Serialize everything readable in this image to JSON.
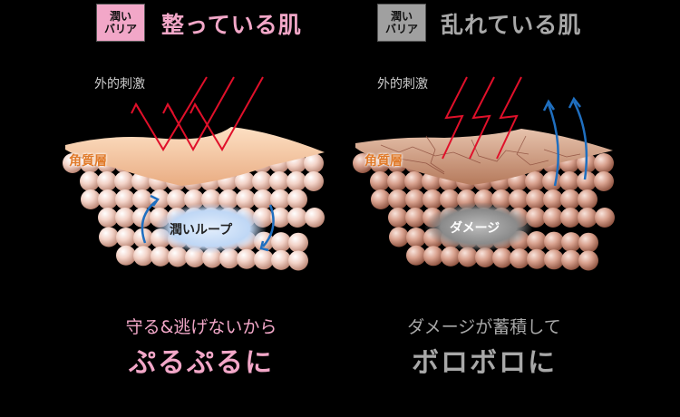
{
  "colors": {
    "pink": "#f2a7c8",
    "gray": "#9a9a9a",
    "arrow_red": "#e0102a",
    "arrow_blue": "#1f6fc0",
    "layer_label": "#e07a2a"
  },
  "left": {
    "badge": [
      "潤い",
      "バリア"
    ],
    "title": "整っている肌",
    "stimulus": "外的刺激",
    "layer_label": "角質層",
    "center_label": "潤いループ",
    "caption_line1": "守る&逃げないから",
    "caption_line2": "ぷるぷるに"
  },
  "right": {
    "badge": [
      "潤い",
      "バリア"
    ],
    "title": "乱れている肌",
    "stimulus": "外的刺激",
    "layer_label": "角質層",
    "center_label": "ダメージ",
    "caption_line1": "ダメージが蓄積して",
    "caption_line2": "ボロボロに"
  }
}
